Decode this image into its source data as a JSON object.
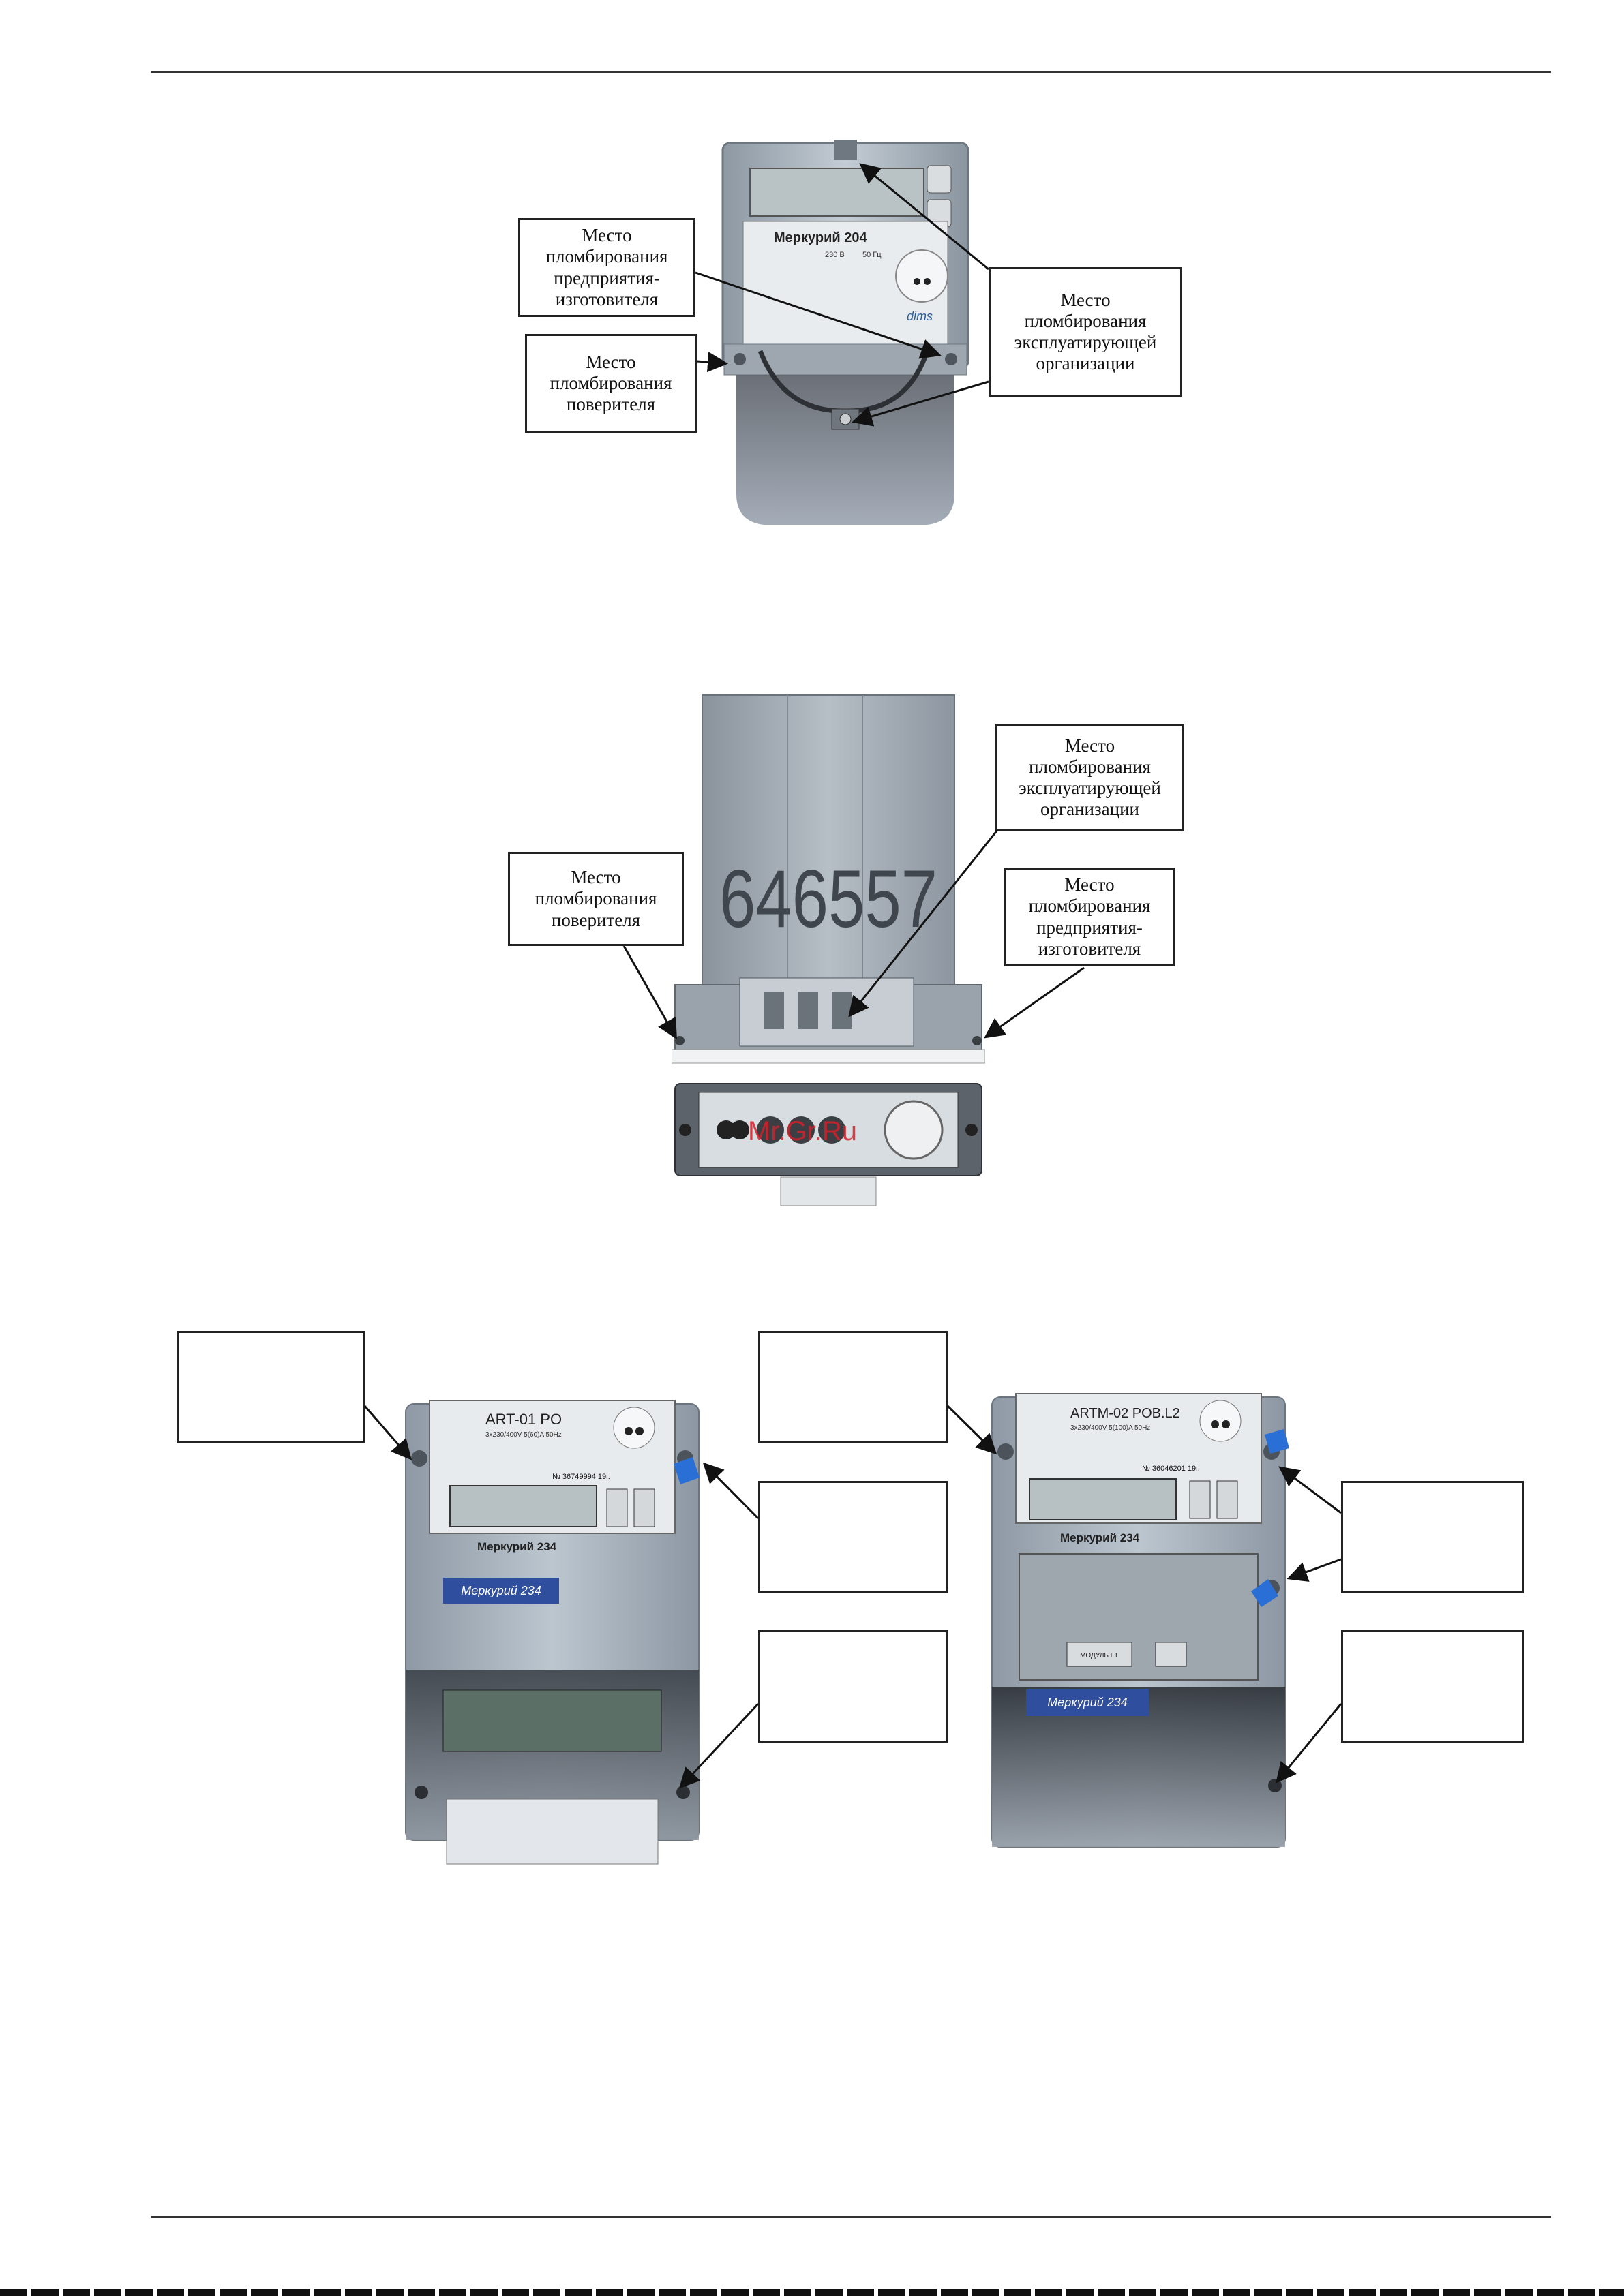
{
  "callouts": {
    "fig1_manufacturer": "Место пломбирования предприятия-изготовителя",
    "fig1_verifier": "Место пломбирования поверителя",
    "fig1_operator": "Место пломбирования эксплуатирующей организации",
    "fig2_operator": "Место пломбирования эксплуатирующей организации",
    "fig2_verifier": "Место пломбирования поверителя",
    "fig2_manufacturer": "Место пломбирования предприятия-изготовителя"
  },
  "meter204": {
    "brand": "Меркурий 204",
    "freq": "50 Гц",
    "voltage": "230 В",
    "maker": "dims"
  },
  "meter_bottom": {
    "serial": "646557",
    "watermark": "Mr.Gr.Ru"
  },
  "meter234a": {
    "model": "ART-01 PO",
    "rating": "3x230/400V  5(60)A  50Hz",
    "serial_no": "№ 36749994  19г.",
    "brand": "Меркурий 234",
    "front_label": "Меркурий 234"
  },
  "meter234b": {
    "model": "ARTM-02 POB.L2",
    "rating": "3x230/400V  5(100)A  50Hz",
    "serial_no": "№ 36046201  19г.",
    "brand": "Меркурий 234",
    "module_label": "МОДУЛЬ L1",
    "front_label": "Меркурий 234"
  },
  "colors": {
    "ink": "#111111",
    "meter_grey": "#a9b3bd",
    "lcd": "#b9c2c4",
    "cover_dark": "#4a5058",
    "seal_blue": "#2a6fd6",
    "watermark_red": "#d6202a"
  }
}
